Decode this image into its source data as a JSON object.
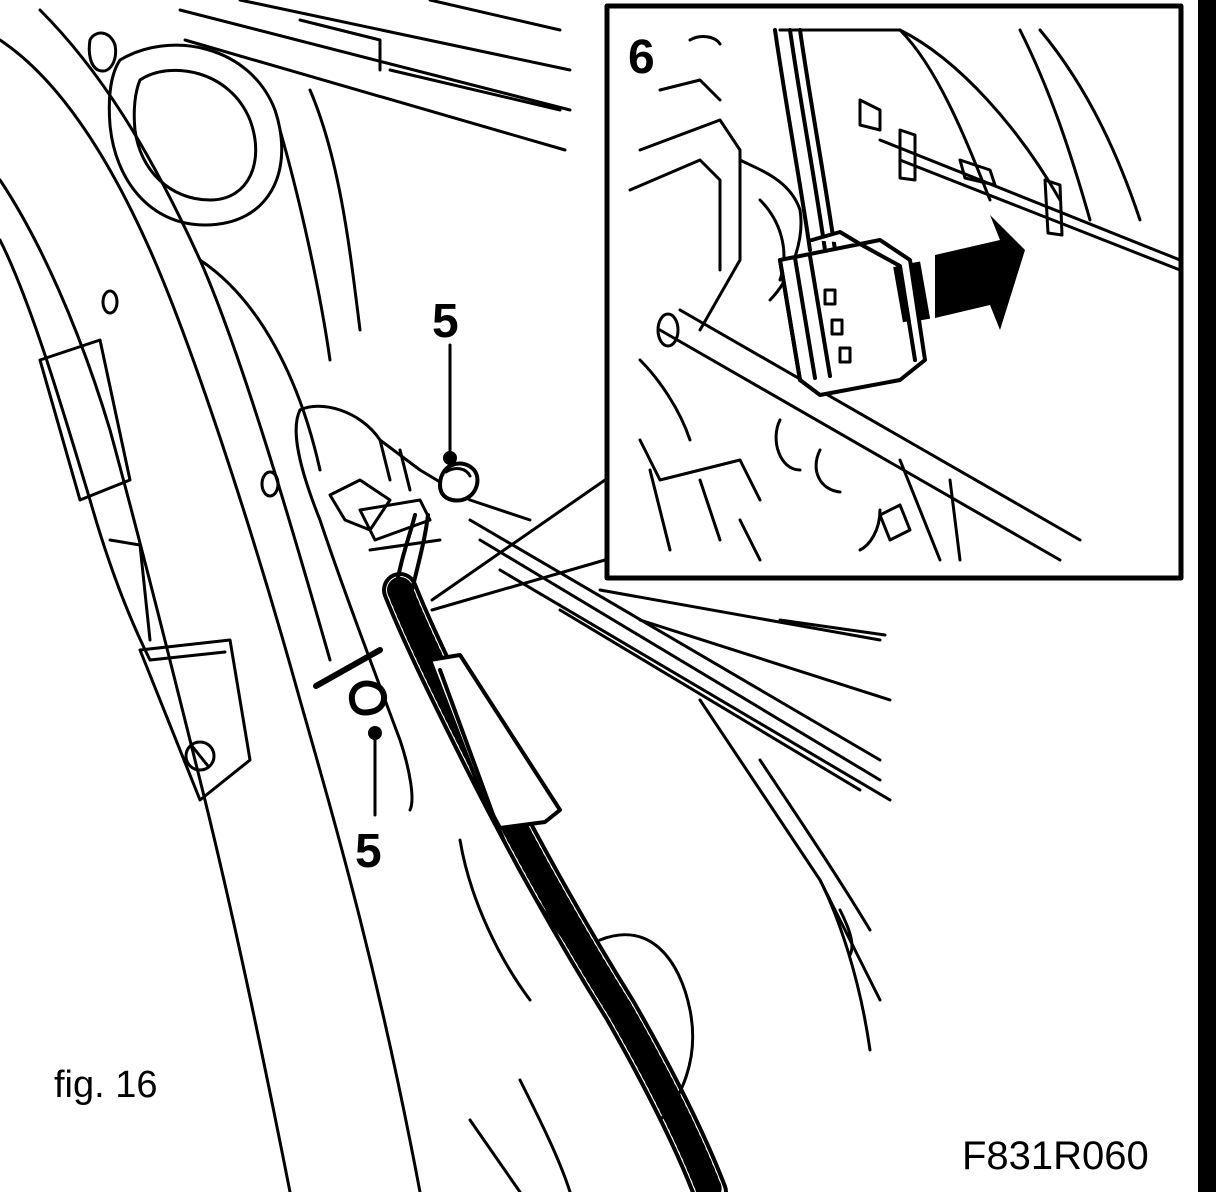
{
  "figure": {
    "caption": "fig. 16",
    "code": "F831R060"
  },
  "callouts": {
    "inset_label": "6",
    "fastener_top": "5",
    "fastener_bottom": "5"
  },
  "colors": {
    "ink": "#000000",
    "paper": "#ffffff"
  }
}
